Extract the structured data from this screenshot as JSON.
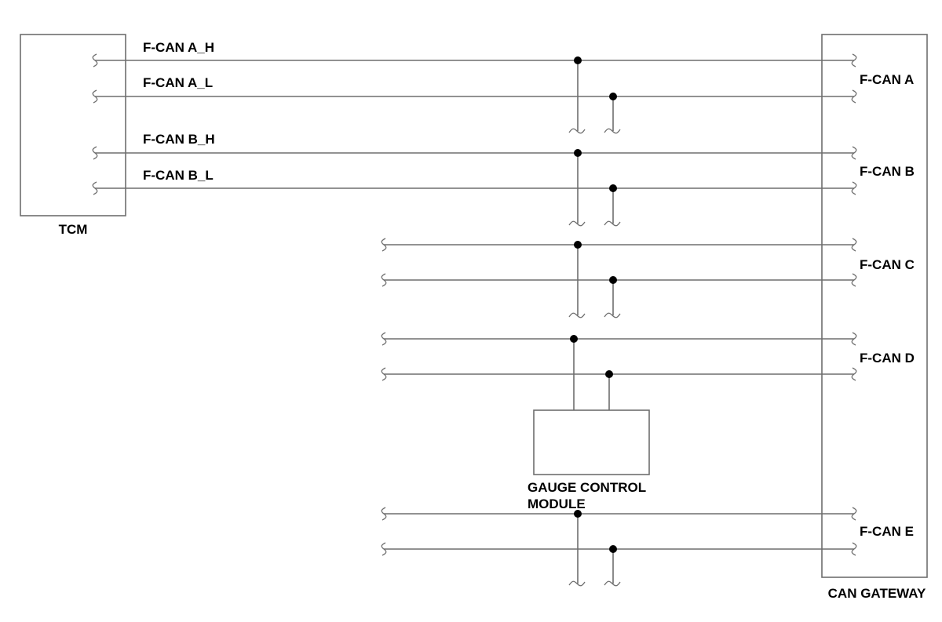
{
  "modules": {
    "tcm": "TCM",
    "gateway": "CAN GATEWAY",
    "gauge_line1": "GAUGE CONTROL",
    "gauge_line2": "MODULE"
  },
  "wire_labels": {
    "a_h": "F-CAN A_H",
    "a_l": "F-CAN A_L",
    "b_h": "F-CAN B_H",
    "b_l": "F-CAN B_L"
  },
  "gateway_channels": {
    "a": "F-CAN A",
    "b": "F-CAN B",
    "c": "F-CAN C",
    "d": "F-CAN D",
    "e": "F-CAN E"
  }
}
